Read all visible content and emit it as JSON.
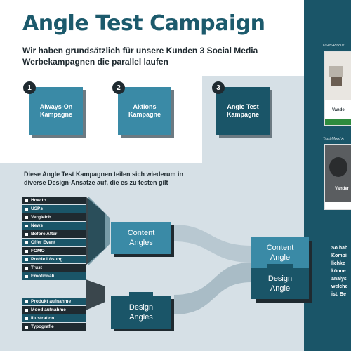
{
  "title": "Angle Test Campaign",
  "subtitle": "Wir haben grundsätzlich für unsere Kunden 3 Social Media Werbekampagnen die parallel laufen",
  "campaigns": [
    {
      "number": "1",
      "label": "Always-On Kampagne"
    },
    {
      "number": "2",
      "label": "Aktions Kampagne"
    },
    {
      "number": "3",
      "label": "Angle Test Kampagne"
    }
  ],
  "intro": "Diese Angle Test Kampagnen teilen sich wiederum in diverse Design-Ansatze auf, die es zu testen gilt",
  "content_tags": [
    "How to",
    "USPs",
    "Vergleich",
    "News",
    "Before After",
    "Offer Event",
    "FOMO",
    "Proble Lösung",
    "Trust",
    "Emotionali"
  ],
  "design_tags": [
    "Produkt aufnahme",
    "Mood aufnahme",
    "Illustration",
    "Typografie"
  ],
  "content_angles": "Content Angles",
  "design_angles": "Design Angles",
  "combined": {
    "top": "Content Angle",
    "bottom": "Design Angle"
  },
  "side": {
    "caption1": "USPs-Produk",
    "caption2": "Trust-Mood A",
    "ad_brand": "Vande",
    "ad_brand2": "Vander",
    "text": [
      "So hab",
      "Kombi",
      "lichke",
      "könne",
      "analys",
      "welche",
      "ist. Be"
    ]
  },
  "colors": {
    "primary": "#1a5568",
    "accent": "#3a8aa6",
    "dark": "#1f2a30",
    "bg": "#d6e0e6"
  }
}
